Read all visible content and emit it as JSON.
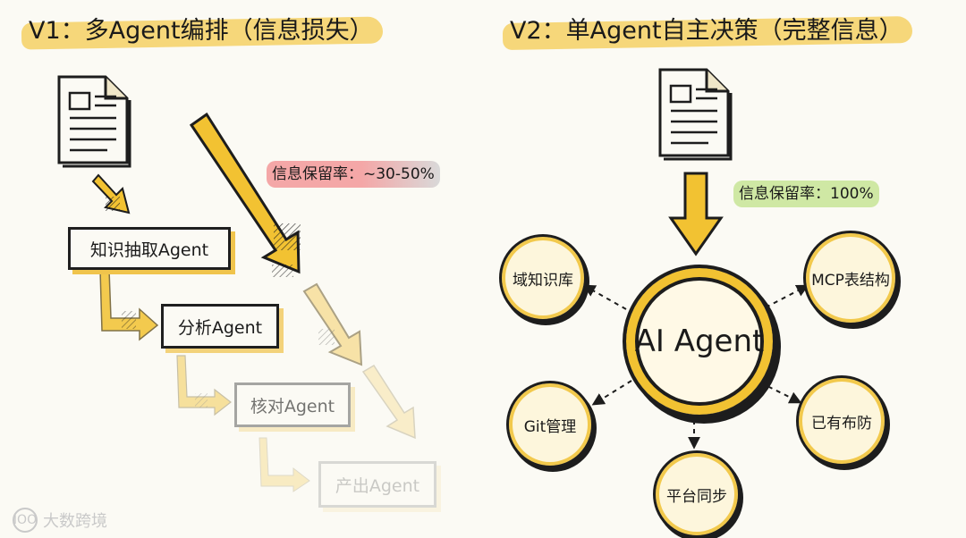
{
  "v1": {
    "title": "V1：多Agent编排（信息损失）",
    "retention_label": "信息保留率：~30-50%",
    "retention_color": "#f4a7a7",
    "steps": [
      "知识抽取Agent",
      "分析Agent",
      "核对Agent",
      "产出Agent"
    ]
  },
  "v2": {
    "title": "V2：单Agent自主决策（完整信息）",
    "retention_label": "信息保留率：100%",
    "retention_color": "#cfe8a4",
    "hub_label": "AI Agent",
    "tools": [
      "域知识库",
      "MCP表结构",
      "Git管理",
      "已有布防",
      "平台同步"
    ]
  },
  "watermark": {
    "text": "大数跨境",
    "logo_text": "IOO"
  },
  "colors": {
    "highlight": "#f6d77a",
    "arrow_yellow": "#f2c232",
    "ink": "#1d1d1d"
  }
}
